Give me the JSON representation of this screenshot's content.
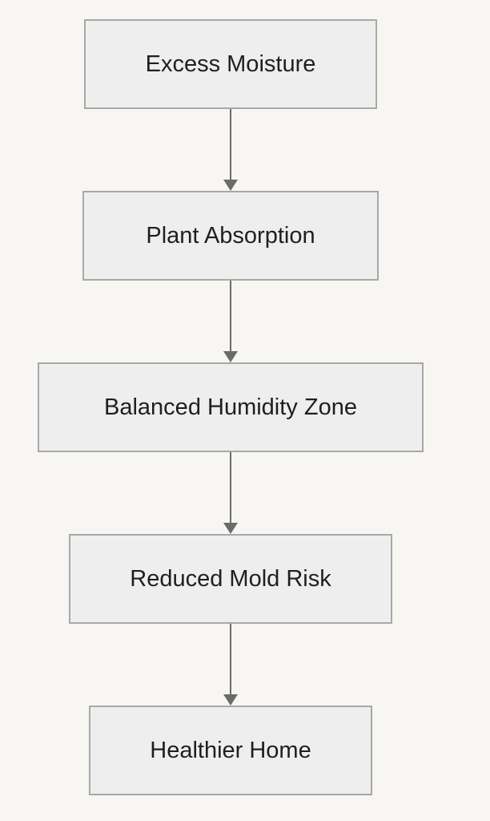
{
  "diagram": {
    "nodes": [
      {
        "id": "n1",
        "label": "Excess Moisture"
      },
      {
        "id": "n2",
        "label": "Plant Absorption"
      },
      {
        "id": "n3",
        "label": "Balanced Humidity Zone"
      },
      {
        "id": "n4",
        "label": "Reduced Mold Risk"
      },
      {
        "id": "n5",
        "label": "Healthier Home"
      }
    ],
    "edges": [
      {
        "from": "n1",
        "to": "n2"
      },
      {
        "from": "n2",
        "to": "n3"
      },
      {
        "from": "n3",
        "to": "n4"
      },
      {
        "from": "n4",
        "to": "n5"
      }
    ]
  },
  "colors": {
    "background": "#f8f6f2",
    "node_fill": "#eeeeee",
    "node_border": "#a8a8a8",
    "arrow": "#6b6b6b",
    "text": "#1f1f1f"
  }
}
